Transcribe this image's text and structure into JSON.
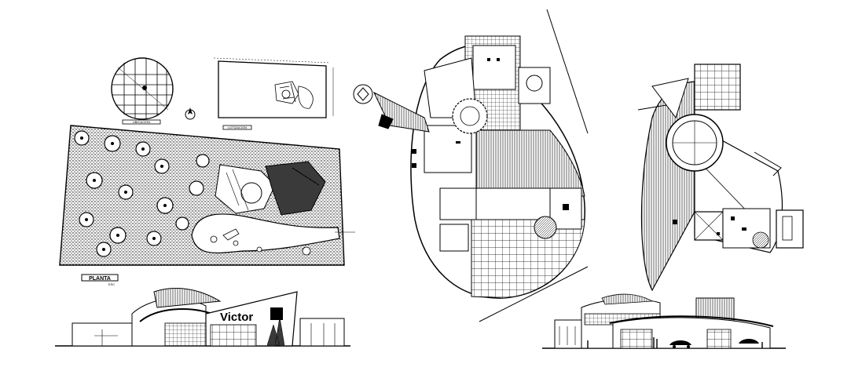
{
  "sheet": {
    "background": "#ffffff",
    "ink": "#000000"
  },
  "site_plan": {
    "label": "PLANTA",
    "sublabel": "ESC"
  },
  "elevation_left": {
    "sign_text": "Victor"
  },
  "location_map": {
    "label": "UBICACION"
  },
  "lot_plan": {
    "label": "LOTIZACION"
  }
}
